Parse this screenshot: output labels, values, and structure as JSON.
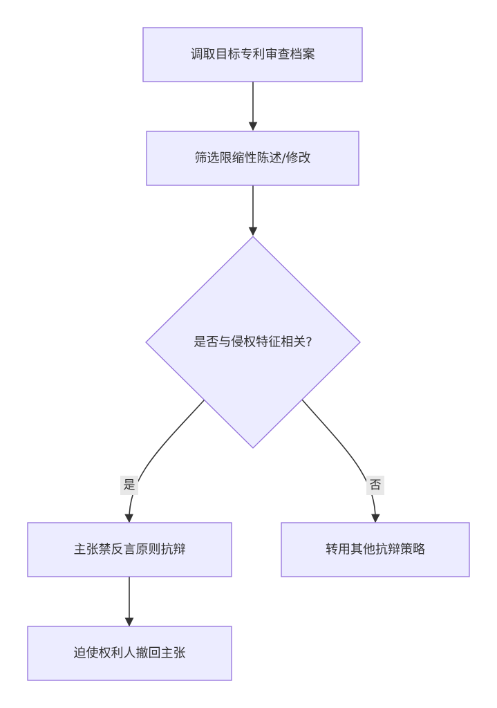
{
  "nodes": {
    "retrieve": "调取目标专利审查档案",
    "filter": "筛选限缩性陈述/修改",
    "decision": "是否与侵权特征相关?",
    "estoppel": "主张禁反言原则抗辩",
    "other": "转用其他抗辩策略",
    "force": "迫使权利人撤回主张"
  },
  "edges": {
    "yes_label": "是",
    "no_label": "否"
  },
  "colors": {
    "node_fill": "#ececff",
    "node_stroke": "#9370db",
    "edge": "#333333",
    "edge_label_bg": "#e8e8e8",
    "text": "#333333"
  }
}
